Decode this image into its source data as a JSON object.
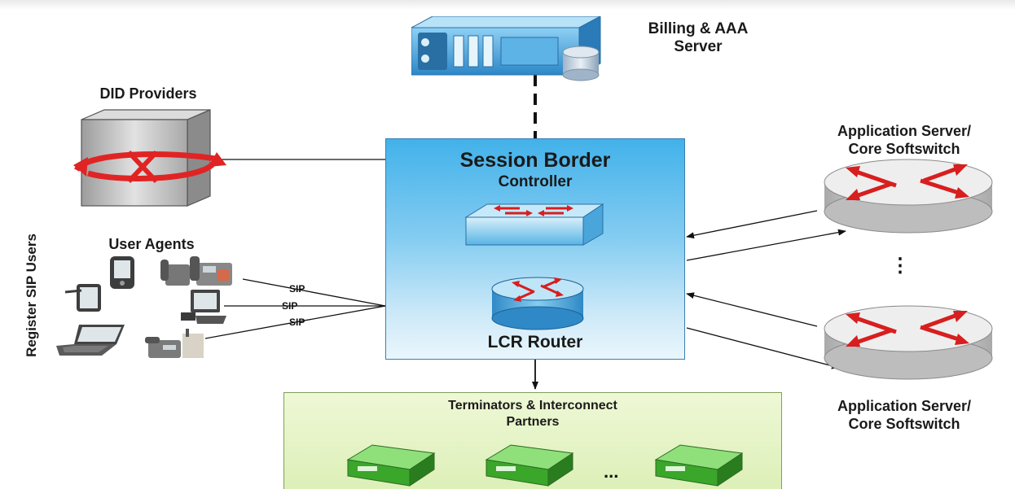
{
  "billing_server": {
    "label_line1": "Billing & AAA",
    "label_line2": "Server"
  },
  "did_providers": {
    "label": "DID Providers"
  },
  "sbc": {
    "title_line1": "Session Border",
    "title_line2": "Controller",
    "router_label": "LCR Router"
  },
  "app_server_top": {
    "label_line1": "Application Server/",
    "label_line2": "Core Softswitch"
  },
  "app_server_bottom": {
    "label_line1": "Application Server/",
    "label_line2": "Core Softswitch"
  },
  "app_server_ellipsis": "⋮",
  "user_agents": {
    "label": "User Agents",
    "side_label": "Register SIP Users",
    "sip_labels": [
      "SIP",
      "SIP",
      "SIP"
    ]
  },
  "terminators": {
    "label_line1": "Terminators & Interconnect",
    "label_line2": "Partners",
    "ellipsis": "..."
  },
  "colors": {
    "sbc_top": "#42b2ea",
    "terminator_fill": "#dcefb6",
    "arrow_red": "#d81e1e"
  }
}
